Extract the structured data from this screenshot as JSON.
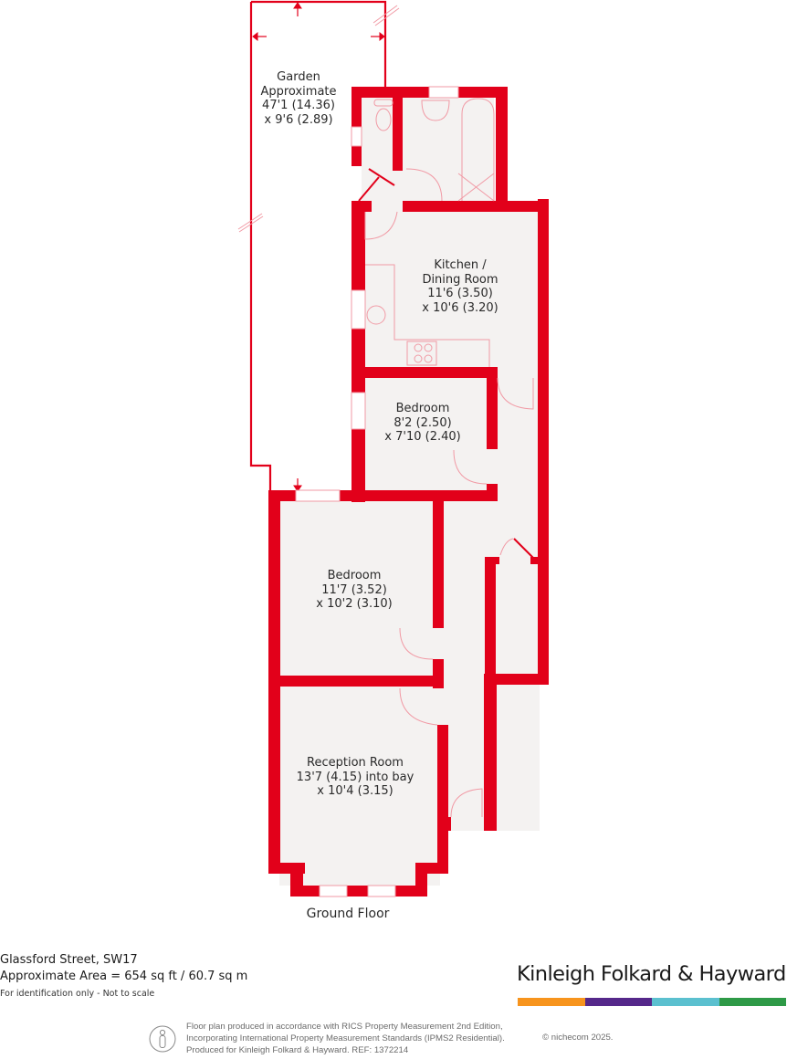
{
  "colors": {
    "wall": "#e2001a",
    "floor": "#f4f2f1",
    "fixture_line": "#f19aa5",
    "text": "#2a2a2a",
    "footer_text": "#6b6b6b"
  },
  "rooms": {
    "garden": {
      "name": "Garden",
      "qualifier": "Approximate",
      "dim1": "47'1 (14.36)",
      "dim2": "x 9'6 (2.89)"
    },
    "kitchen": {
      "name_line1": "Kitchen /",
      "name_line2": "Dining Room",
      "dim1": "11'6 (3.50)",
      "dim2": "x 10'6 (3.20)"
    },
    "bedroom_small": {
      "name": "Bedroom",
      "dim1": "8'2 (2.50)",
      "dim2": "x 7'10 (2.40)"
    },
    "bedroom_large": {
      "name": "Bedroom",
      "dim1": "11'7 (3.52)",
      "dim2": "x 10'2 (3.10)"
    },
    "reception": {
      "name": "Reception Room",
      "dim1": "13'7 (4.15) into bay",
      "dim2": "x 10'4 (3.15)"
    }
  },
  "floor_label": "Ground Floor",
  "property": {
    "address": "Glassford Street, SW17",
    "area": "Approximate Area = 654 sq ft / 60.7 sq m",
    "disclaimer": "For identification only - Not to scale"
  },
  "brand": {
    "name": "Kinleigh Folkard & Hayward",
    "bar_colors": [
      "#f7941d",
      "#55288a",
      "#5bc0cf",
      "#2e9a47"
    ]
  },
  "footer": {
    "line1": "Floor plan produced in accordance with RICS Property Measurement 2nd Edition,",
    "line2": "Incorporating International Property Measurement Standards (IPMS2 Residential).",
    "line3": "Produced for Kinleigh Folkard & Hayward.   REF: 1372214",
    "copyright": "© nichecom 2025."
  }
}
